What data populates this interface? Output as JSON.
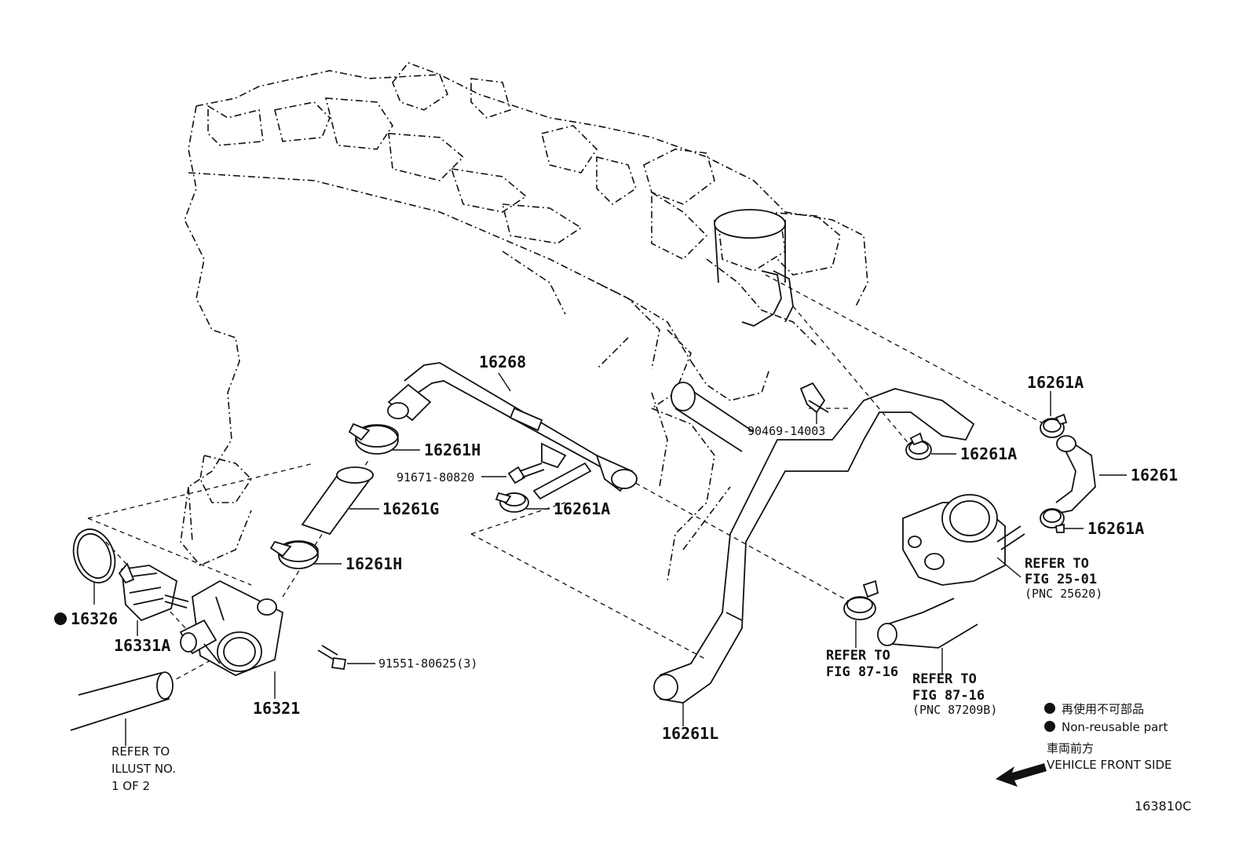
{
  "labels": {
    "p16268": "16268",
    "p16261h_top": "16261H",
    "p16261g": "16261G",
    "p16261h_bot": "16261H",
    "p91671": "91671-80820",
    "p16261a_mid": "16261A",
    "p90469": "90469-14003",
    "p16261a_r1": "16261A",
    "p16261a_tr": "16261A",
    "p16261": "16261",
    "p16261a_r2": "16261A",
    "p16326": "16326",
    "p16331a": "16331A",
    "p91551": "91551-80625(3)",
    "p16321": "16321",
    "p16261l": "16261L"
  },
  "notes": {
    "refer_illust_1": "REFER TO",
    "refer_illust_2": "ILLUST NO.",
    "refer_illust_3": "1 OF 2",
    "refer_fig2501_1": "REFER TO",
    "refer_fig2501_2": "FIG 25-01",
    "refer_fig2501_3": "(PNC 25620)",
    "refer_fig8716a_1": "REFER TO",
    "refer_fig8716a_2": "FIG 87-16",
    "refer_fig8716b_1": "REFER TO",
    "refer_fig8716b_2": "FIG 87-16",
    "refer_fig8716b_3": "(PNC 87209B)"
  },
  "legend": {
    "nonreusable_jp": "再使用不可部品",
    "nonreusable_en": "Non-reusable part",
    "front_jp": "車両前方",
    "front_en": "VEHICLE FRONT SIDE"
  },
  "illustration_code": "163810C"
}
